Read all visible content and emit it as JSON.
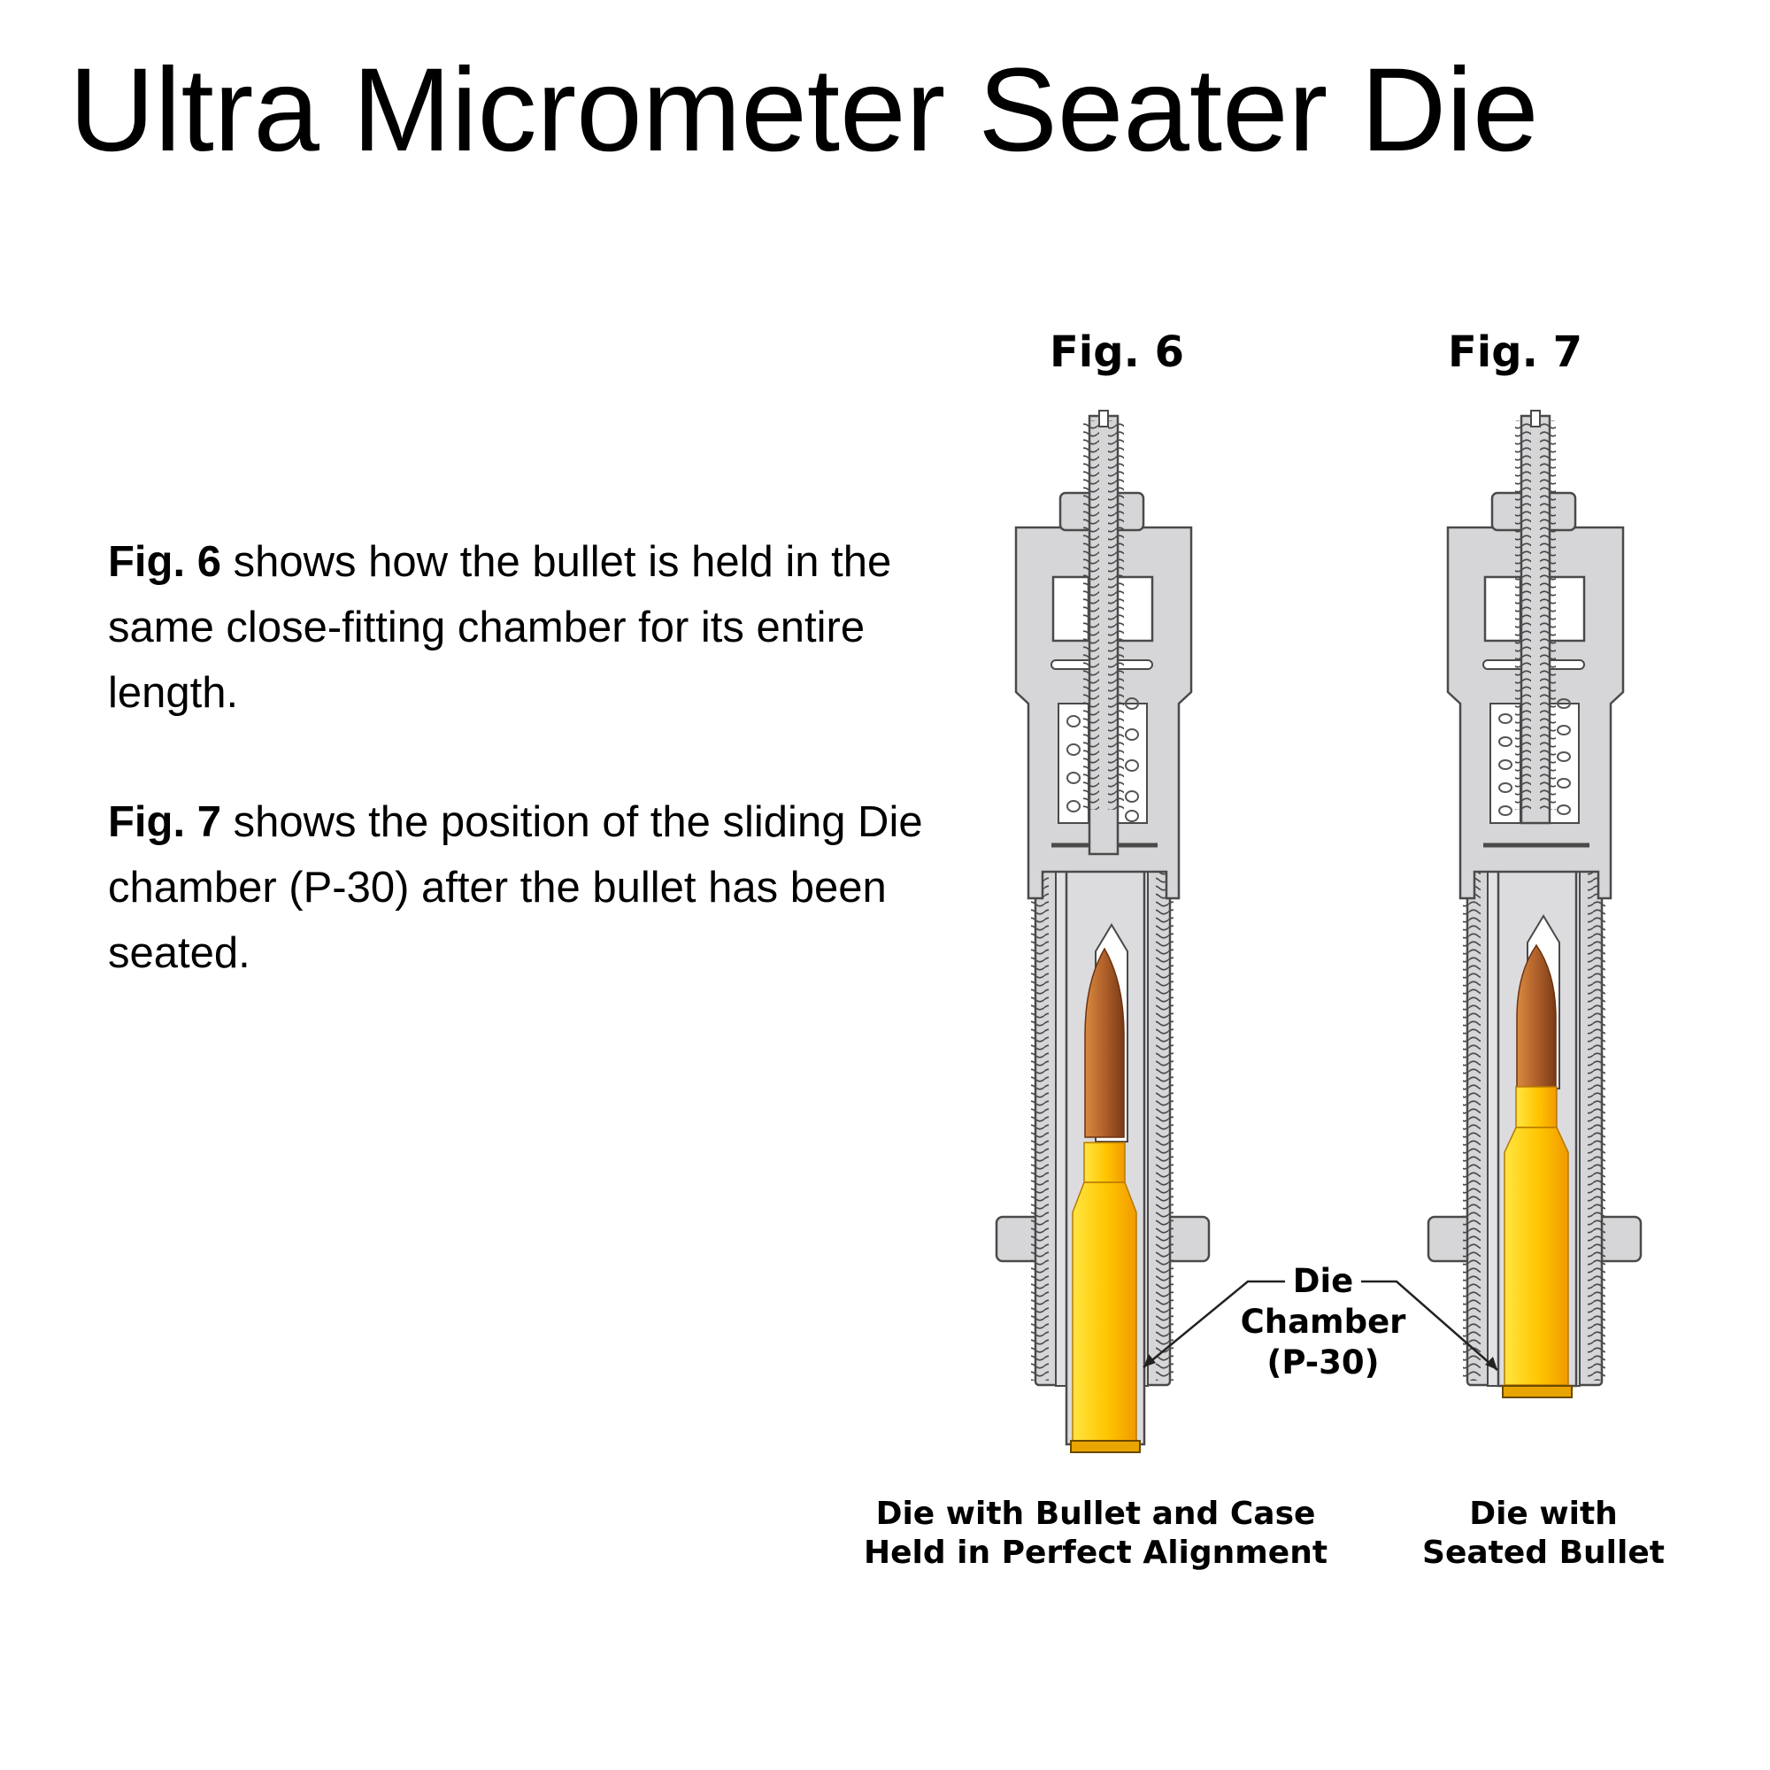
{
  "title": "Ultra Micrometer Seater Die",
  "description": {
    "fig6": {
      "label": "Fig. 6",
      "text": " shows how the bullet is held in the same close-fitting chamber for its entire length."
    },
    "fig7": {
      "label": "Fig. 7",
      "text": " shows the position of the sliding Die chamber (P-30) after the bullet has been seated."
    }
  },
  "figures": {
    "fig6": {
      "label": "Fig. 6",
      "caption_line1": "Die with Bullet and Case",
      "caption_line2": "Held in Perfect Alignment"
    },
    "fig7": {
      "label": "Fig. 7",
      "caption_line1": "Die with",
      "caption_line2": "Seated Bullet"
    }
  },
  "callout": {
    "line1": "Die",
    "line2": "Chamber",
    "line3": "(P-30)"
  },
  "colors": {
    "die_gray": "#d6d6d8",
    "outline": "#3a3a3a",
    "brass_light": "#ffd21a",
    "brass_dark": "#f0a800",
    "bullet_copper": "#a65224",
    "bullet_light": "#d9823a"
  }
}
